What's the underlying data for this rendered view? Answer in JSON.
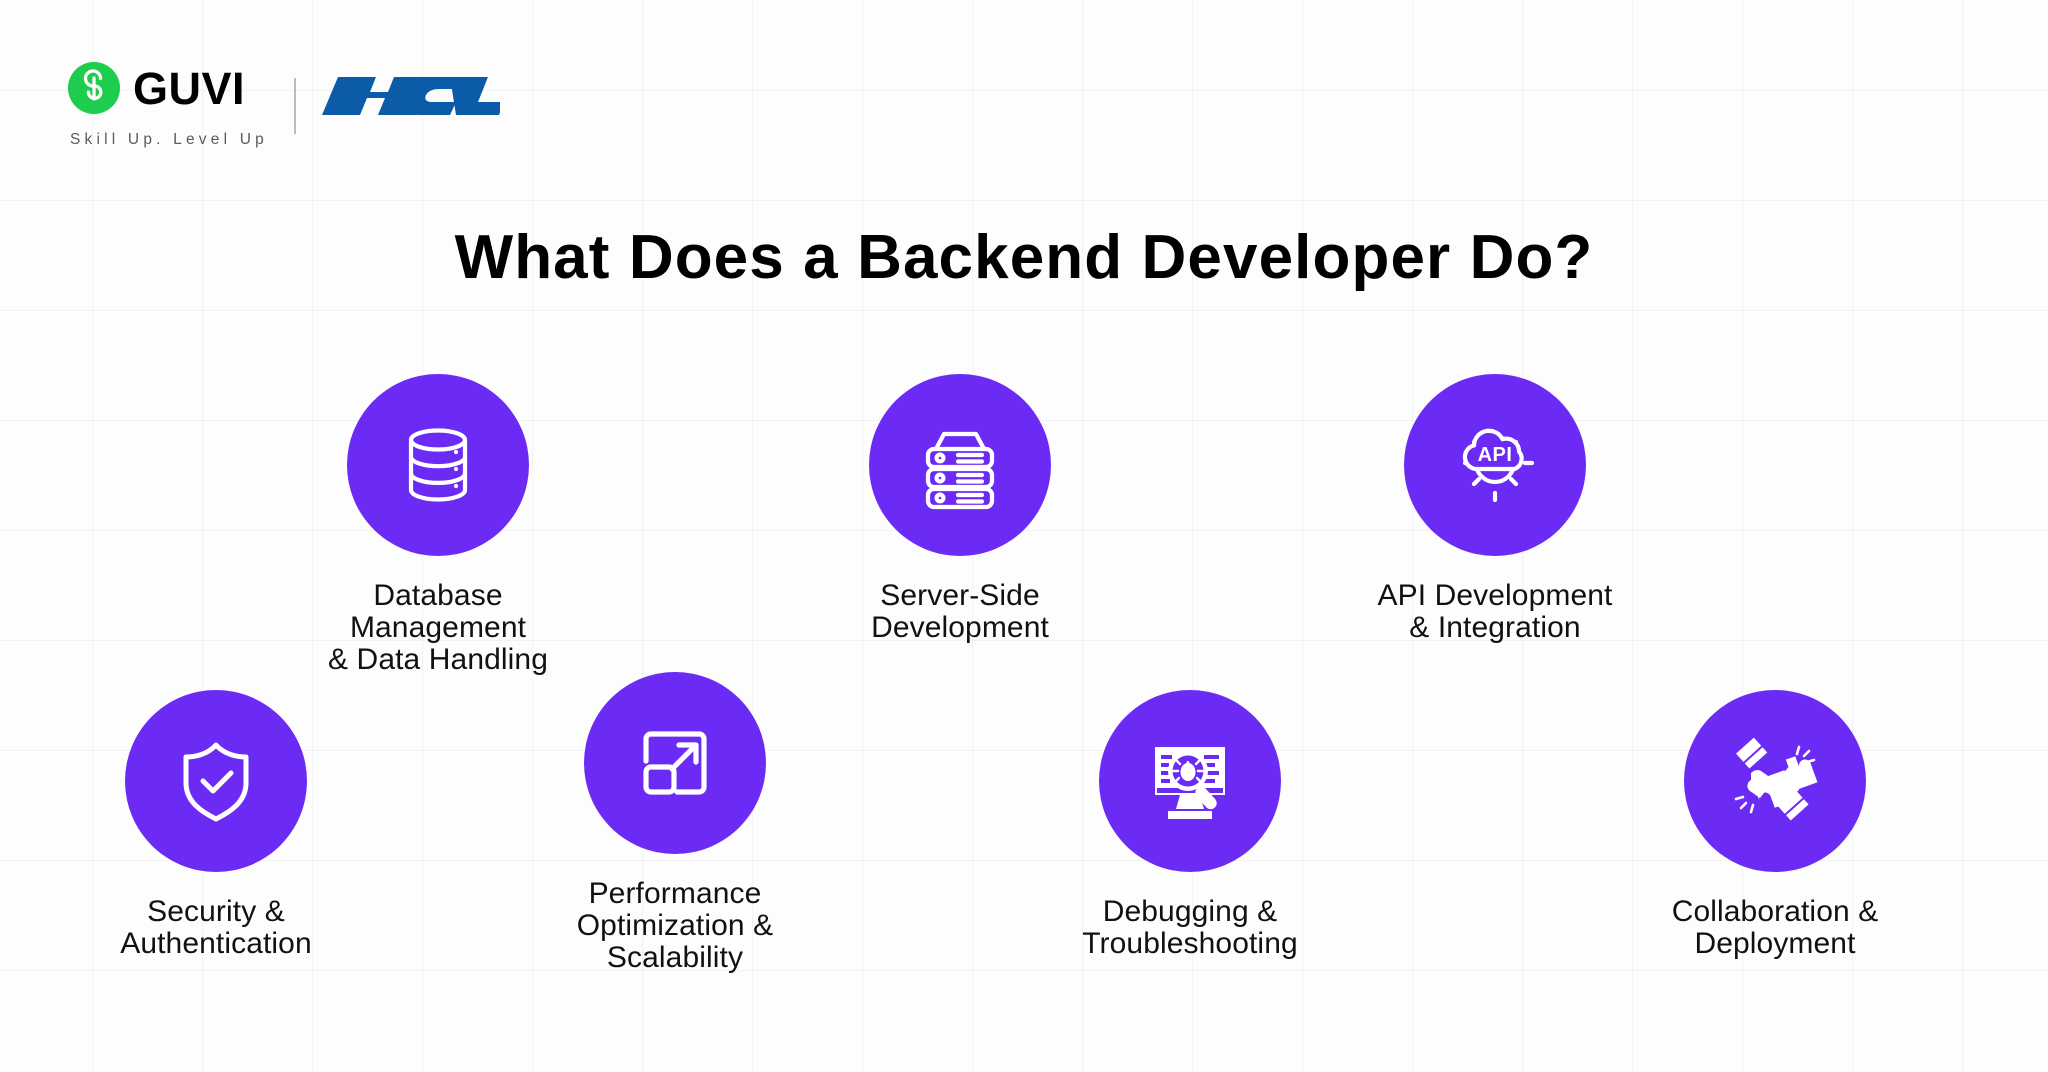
{
  "brand": {
    "guvi_name": "GUVI",
    "guvi_tagline": "Skill Up. Level Up",
    "partner_name": "HCL",
    "guvi_green": "#1ECD4E",
    "hcl_blue": "#0B5BA8",
    "divider": "|"
  },
  "title": "What Does a Backend Developer Do?",
  "theme": {
    "accent_purple": "#6C2BF5",
    "background": "#FDFDFD",
    "grid_line": "#F0F0F0",
    "text_color": "#111111"
  },
  "items": [
    {
      "id": "database-management",
      "icon": "database-icon",
      "label": "Database Management\n& Data Handling"
    },
    {
      "id": "server-side-development",
      "icon": "server-rack-icon",
      "label": "Server-Side\nDevelopment"
    },
    {
      "id": "api-development",
      "icon": "api-cloud-gear-icon",
      "label": "API Development\n& Integration"
    },
    {
      "id": "security-authentication",
      "icon": "shield-check-icon",
      "label": "Security &\nAuthentication"
    },
    {
      "id": "performance-optimization",
      "icon": "scale-expand-arrow-icon",
      "label": "Performance\nOptimization &\nScalability"
    },
    {
      "id": "debugging-troubleshooting",
      "icon": "monitor-bug-magnifier-icon",
      "label": "Debugging &\nTroubleshooting"
    },
    {
      "id": "collaboration-deployment",
      "icon": "puzzle-hands-icon",
      "label": "Collaboration &\nDeployment"
    }
  ]
}
